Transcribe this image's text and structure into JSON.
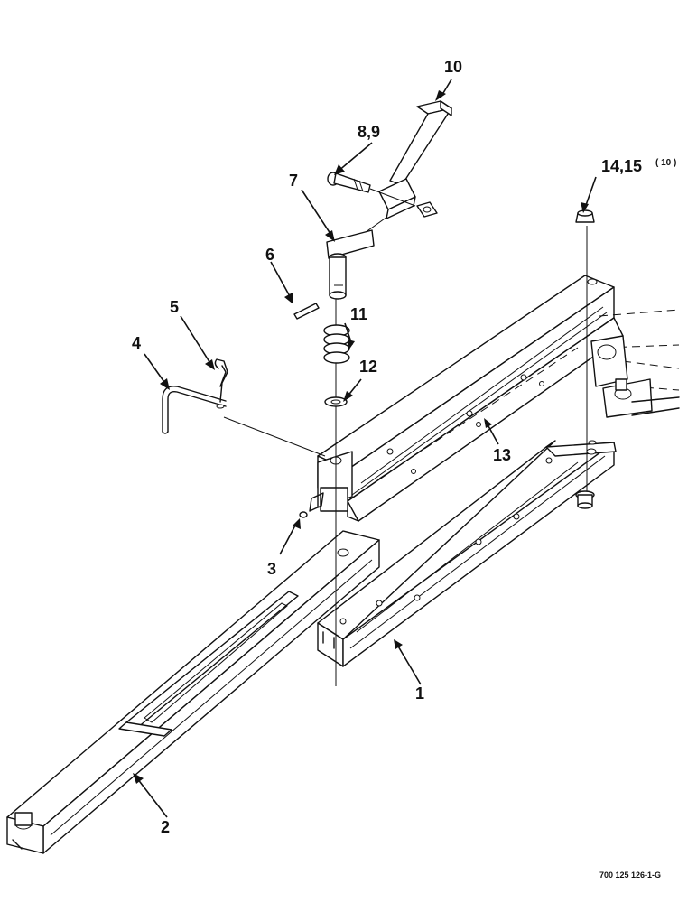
{
  "callouts": {
    "c1": "1",
    "c2": "2",
    "c3": "3",
    "c4": "4",
    "c5": "5",
    "c6": "6",
    "c7": "7",
    "c8_9": "8,9",
    "c10": "10",
    "c11": "11",
    "c12": "12",
    "c13": "13",
    "c14_15": "14,15",
    "c14_15_qty": "( 10 )"
  },
  "drawing_number": "700 125 126-1-G"
}
